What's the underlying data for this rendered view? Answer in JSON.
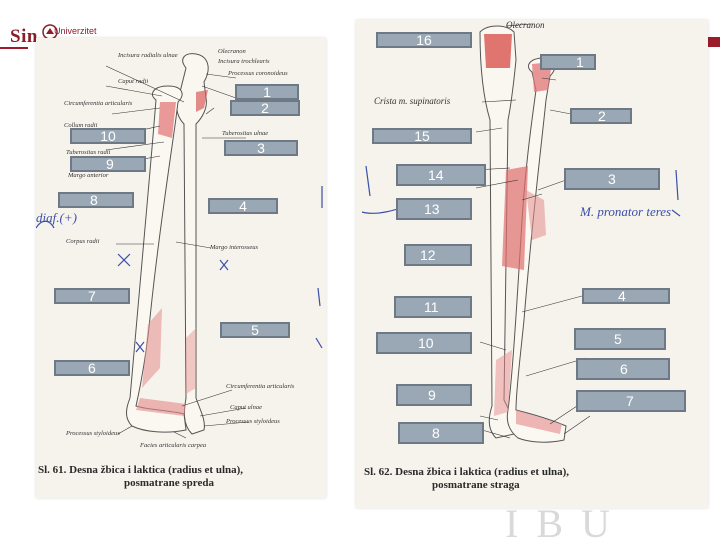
{
  "header": {
    "logo_text": "Sin",
    "logo_sub": "Univerzitet",
    "accent_color": "#9d1c2c"
  },
  "left_figure": {
    "caption_line1": "Sl. 61. Desna žbica i laktica (radius et ulna),",
    "caption_line2": "posmatrane spreda",
    "printed_terms": [
      "Incisura radialis ulnae",
      "Olecranon",
      "Incisura trochlearis",
      "Caput radii",
      "Processus coronoideus",
      "Circumferentia articularis",
      "Tuberositas ulnae",
      "Collum radii",
      "Tuberositas radii",
      "Margo anterior",
      "Margo interosseus",
      "Corpus radii",
      "Circumferentia articularis",
      "Caput ulnae",
      "Processus styloideus",
      "Processus styloideus",
      "Facies articularis carpea"
    ],
    "labels": [
      "1",
      "2",
      "10",
      "3",
      "9",
      "8",
      "4",
      "7",
      "5",
      "6"
    ],
    "handwriting": [
      "diaf.(+)"
    ]
  },
  "right_figure": {
    "caption_line1": "Sl. 62. Desna žbica i laktica (radius et ulna),",
    "caption_line2": "posmatrane straga",
    "printed_terms": [
      "Olecranon",
      "Crista m. supinatoris"
    ],
    "labels": [
      "16",
      "1",
      "2",
      "15",
      "14",
      "3",
      "13",
      "12",
      "4",
      "11",
      "5",
      "10",
      "6",
      "9",
      "7",
      "8"
    ],
    "handwriting": [
      "M. pronator teres"
    ]
  }
}
